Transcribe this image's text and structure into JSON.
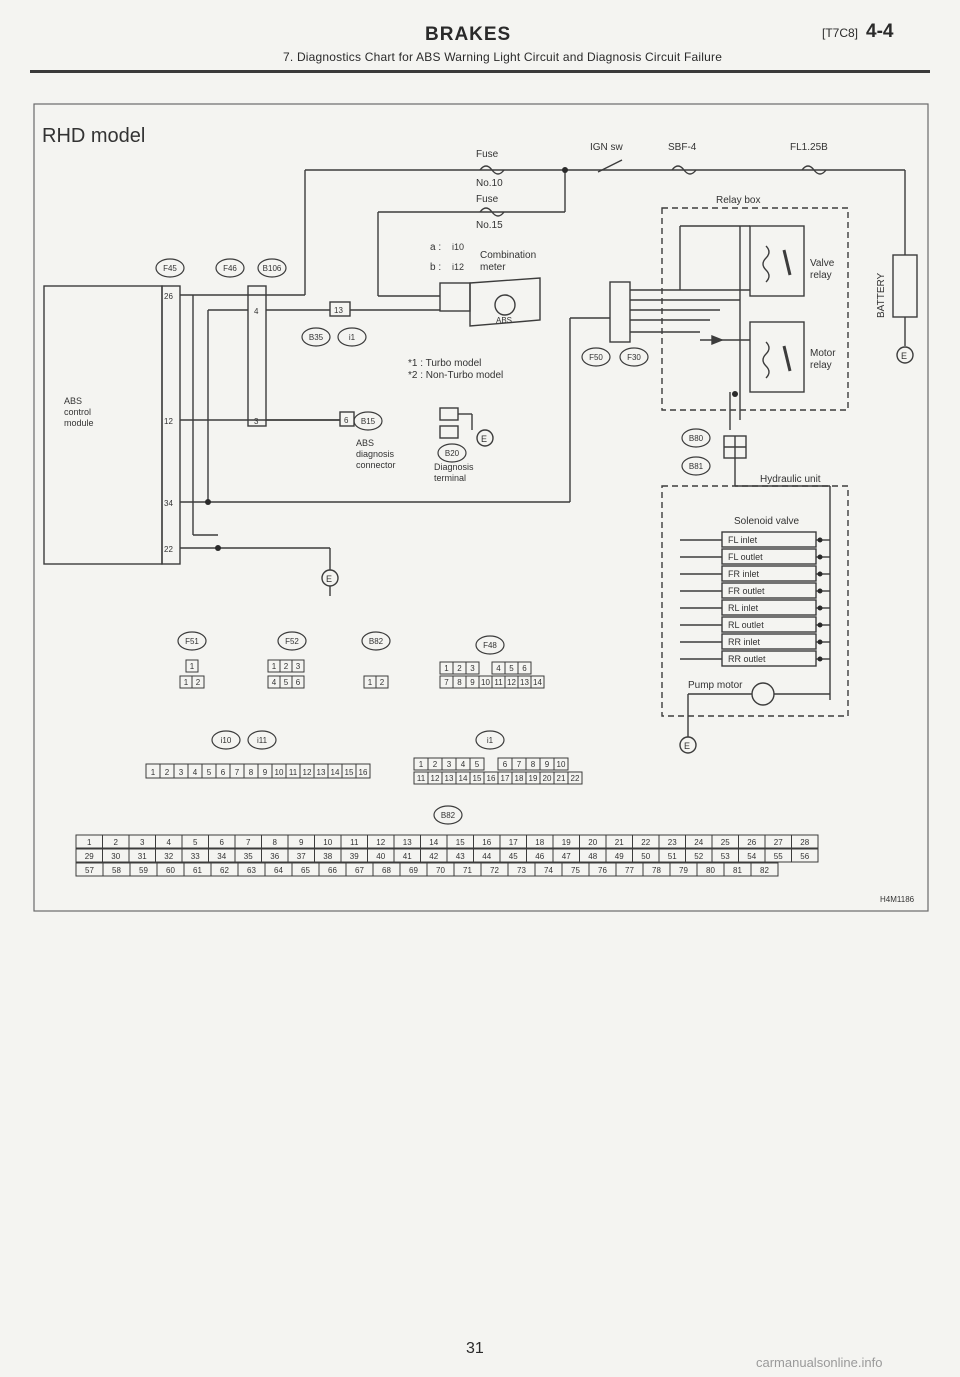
{
  "header": {
    "section": "BRAKES",
    "code": "[T7C8]",
    "page": "4-4",
    "subtitle": "7. Diagnostics Chart for ABS Warning Light Circuit and Diagnosis Circuit Failure"
  },
  "diagram": {
    "model": "RHD model",
    "fuse_no10_label": "Fuse",
    "fuse_no10_num": "No.10",
    "fuse_no15_label": "Fuse",
    "fuse_no15_num": "No.15",
    "ign_sw": "IGN sw",
    "sbf4": "SBF-4",
    "fl125b": "FL1.25B",
    "relay_box": "Relay box",
    "valve_relay": [
      "Valve",
      "relay"
    ],
    "motor_relay": [
      "Motor",
      "relay"
    ],
    "battery": "BATTERY",
    "combination_meter": [
      "Combination",
      "meter"
    ],
    "meter_a": "a :",
    "meter_b": "b :",
    "meter_a_conn": "i10",
    "meter_b_conn": "i12",
    "abs_lamp": "ABS",
    "turbo_note_1": "*1 : Turbo model",
    "turbo_note_2": "*2 : Non-Turbo model",
    "abs_control_module": [
      "ABS",
      "control",
      "module"
    ],
    "abs_diag_conn": [
      "ABS",
      "diagnosis",
      "connector"
    ],
    "diag_terminal": [
      "Diagnosis",
      "terminal"
    ],
    "hydraulic_unit": "Hydraulic unit",
    "solenoid_valve": "Solenoid valve",
    "valves": [
      "FL inlet",
      "FL outlet",
      "FR inlet",
      "FR outlet",
      "RL inlet",
      "RL outlet",
      "RR inlet",
      "RR outlet"
    ],
    "pump_motor": "Pump motor",
    "fig_code": "H4M1186",
    "connectors": {
      "f45": "F45",
      "f46": "F46",
      "b106": "B106",
      "b35": "B35",
      "b1": "i1",
      "b20": "B20",
      "f50": "F50",
      "f30": "F30",
      "b15": "B15",
      "b80": "B80",
      "b81": "B81",
      "b82": "B82",
      "f51": "F51",
      "f52": "F52",
      "i10b": "i10",
      "i11": "i11",
      "i1b": "i1",
      "f48": "F48"
    },
    "pins": {
      "p26": "26",
      "p12": "12",
      "p34": "34",
      "p22": "22",
      "p4": "4",
      "p3": "3",
      "p6": "6",
      "p13": "13"
    },
    "ground": "E"
  },
  "connector_grids": {
    "c1_top": "1",
    "c1_bot": [
      "1",
      "2"
    ],
    "c2_top": [
      "1",
      "2",
      "3"
    ],
    "c2_bot": [
      "4",
      "5",
      "6"
    ],
    "c3_bot": [
      "1",
      "2"
    ],
    "c4_top": [
      "1",
      "2",
      "3",
      "",
      "4",
      "5",
      "6"
    ],
    "c4_bot": [
      "7",
      "8",
      "9",
      "10",
      "11",
      "12",
      "13",
      "14"
    ],
    "c5_row": [
      "1",
      "2",
      "3",
      "4",
      "5",
      "6",
      "7",
      "8",
      "9",
      "10",
      "11",
      "12",
      "13",
      "14",
      "15",
      "16"
    ],
    "c6_top": [
      "1",
      "2",
      "3",
      "4",
      "5",
      "",
      "6",
      "7",
      "8",
      "9",
      "10"
    ],
    "c6_bot": [
      "11",
      "12",
      "13",
      "14",
      "15",
      "16",
      "17",
      "18",
      "19",
      "20",
      "21",
      "22"
    ],
    "big_row1": [
      "1",
      "2",
      "3",
      "4",
      "5",
      "6",
      "7",
      "8",
      "9",
      "10",
      "11",
      "12",
      "13",
      "14",
      "15",
      "16",
      "17",
      "18",
      "19",
      "20",
      "21",
      "22",
      "23",
      "24",
      "25",
      "26",
      "27",
      "28"
    ],
    "big_row2": [
      "29",
      "30",
      "31",
      "32",
      "33",
      "34",
      "35",
      "36",
      "37",
      "38",
      "39",
      "40",
      "41",
      "42",
      "43",
      "44",
      "45",
      "46",
      "47",
      "48",
      "49",
      "50",
      "51",
      "52",
      "53",
      "54",
      "55",
      "56"
    ],
    "big_row3": [
      "57",
      "58",
      "59",
      "60",
      "61",
      "62",
      "63",
      "64",
      "65",
      "66",
      "67",
      "68",
      "69",
      "70",
      "71",
      "72",
      "73",
      "74",
      "75",
      "76",
      "77",
      "78",
      "79",
      "80",
      "81",
      "82"
    ]
  },
  "footer": {
    "page": "31",
    "watermark": "carmanualsonline.info"
  }
}
